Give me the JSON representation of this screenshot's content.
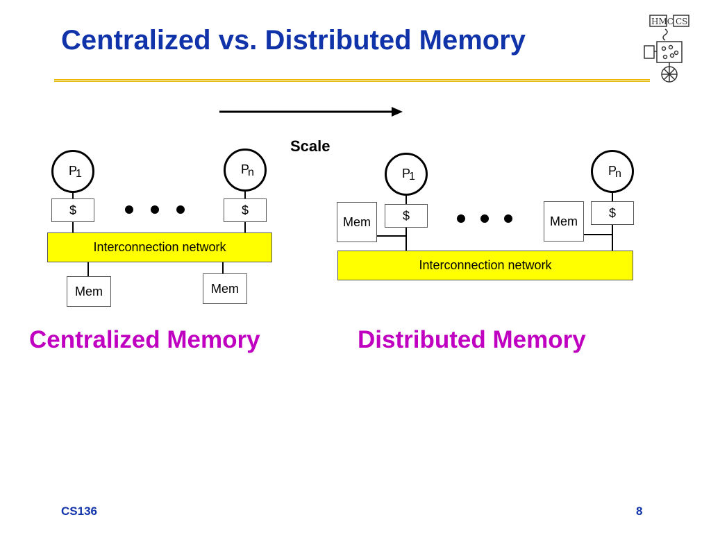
{
  "slide": {
    "title": "Centralized vs. Distributed Memory",
    "footer_left": "CS136",
    "page_number": "8",
    "logo_text": "HMC CS"
  },
  "scale": {
    "label": "Scale"
  },
  "centralized": {
    "caption": "Centralized Memory",
    "proc1": {
      "p": "P",
      "sub": "1"
    },
    "procn": {
      "p": "P",
      "sub": "n"
    },
    "cache_label": "$",
    "network_label": "Interconnection network",
    "mem_label": "Mem"
  },
  "distributed": {
    "caption": "Distributed Memory",
    "proc1": {
      "p": "P",
      "sub": "1"
    },
    "procn": {
      "p": "P",
      "sub": "n"
    },
    "cache_label": "$",
    "network_label": "Interconnection network",
    "mem_label": "Mem"
  },
  "colors": {
    "title": "#1133aa",
    "caption": "#c000c0",
    "network": "#ffff00",
    "rule": "#e8b800"
  }
}
